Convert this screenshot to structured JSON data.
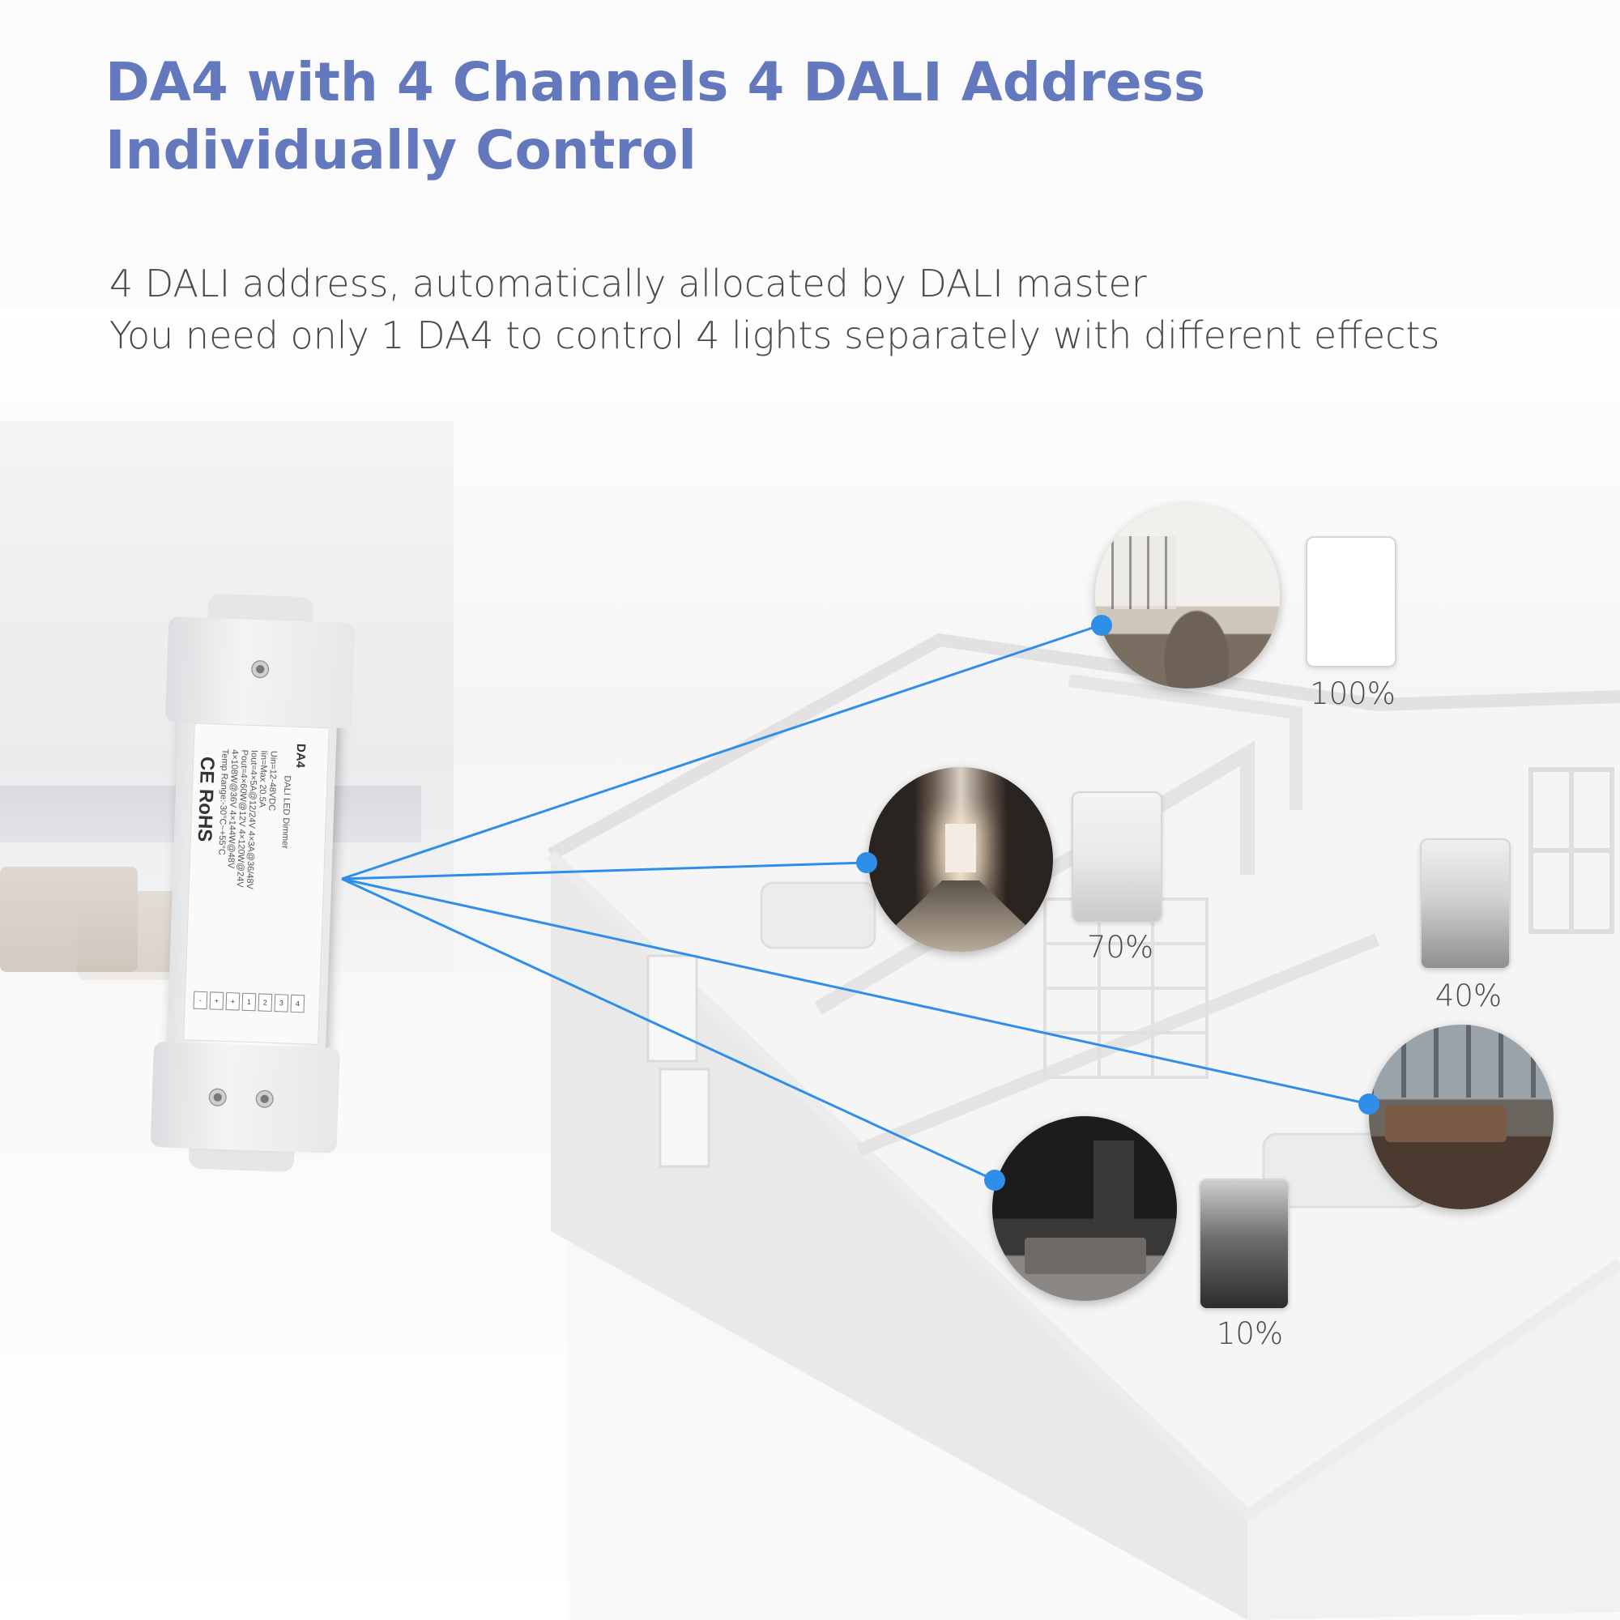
{
  "title": {
    "line1": "DA4 with 4 Channels 4 DALI Address",
    "line2": "Individually Control"
  },
  "subtitle": {
    "line1": "4 DALI address, automatically allocated by DALI master",
    "line2": "You need only 1 DA4 to control 4 lights separately with different effects"
  },
  "device": {
    "name": "DA4",
    "desc": "DALI LED Dimmer",
    "specs": [
      "Uin=12-48VDC",
      "Iin=Max 20.5A",
      "Iout=4×5A@12/24V  4×3A@36/48V",
      "Pout=4×60W@12V  4×120W@24V",
      "4×108W@36V  4×144W@48V",
      "Temp Range:-30°C~+55°C"
    ],
    "ce": "CE RoHS",
    "terminals": [
      "-",
      "+",
      "+",
      "1",
      "2",
      "3",
      "4"
    ]
  },
  "channels": [
    {
      "room": "bedroom",
      "level": "100%"
    },
    {
      "room": "corridor",
      "level": "70%"
    },
    {
      "room": "living room",
      "level": "40%"
    },
    {
      "room": "dark living room",
      "level": "10%"
    }
  ],
  "colors": {
    "title": "#6478bd",
    "wire": "#2f8fe8",
    "text": "#4a4a4a"
  }
}
